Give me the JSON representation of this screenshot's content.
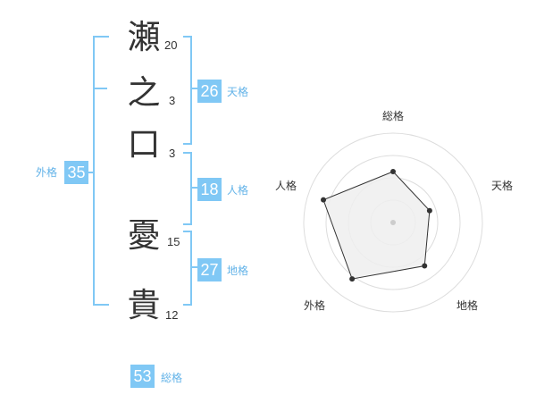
{
  "name_chars": [
    {
      "char": "瀬",
      "strokes": "20"
    },
    {
      "char": "之",
      "strokes": "3"
    },
    {
      "char": "口",
      "strokes": "3"
    },
    {
      "char": "憂",
      "strokes": "15"
    },
    {
      "char": "貴",
      "strokes": "12"
    }
  ],
  "kakusu": {
    "tenkaku": {
      "value": "26",
      "label": "天格"
    },
    "jinkaku": {
      "value": "18",
      "label": "人格"
    },
    "chikaku": {
      "value": "27",
      "label": "地格"
    },
    "gaikaku": {
      "value": "35",
      "label": "外格"
    },
    "soukaku": {
      "value": "53",
      "label": "総格"
    }
  },
  "colors": {
    "accent": "#80c8f5",
    "accent_text": "#63b3e8",
    "text": "#333333",
    "radar_fill": "#eeeeee",
    "radar_grid": "#dddddd"
  },
  "radar": {
    "labels": [
      "総格",
      "天格",
      "地格",
      "外格",
      "人格"
    ],
    "values": [
      0.57,
      0.43,
      0.6,
      0.78,
      0.82
    ],
    "rings": 4
  }
}
